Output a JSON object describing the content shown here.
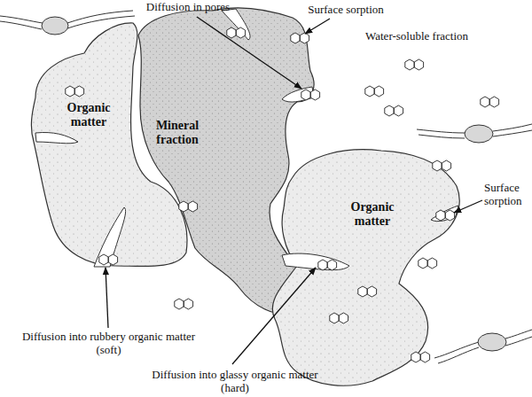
{
  "diagram": {
    "nodes": [
      {
        "text": [
          "Organic matter"
        ]
      },
      {
        "text": [
          "Mineral fraction"
        ]
      },
      {
        "text": [
          "Organic matter"
        ]
      }
    ],
    "labels": [
      "Diffusion in pores",
      "Surface sorption",
      "Water-soluble fraction",
      "Diffusion into rubbery organic matter (soft)",
      "Diffusion into glassy organic matter (hard)",
      "Surface sorption"
    ]
  }
}
